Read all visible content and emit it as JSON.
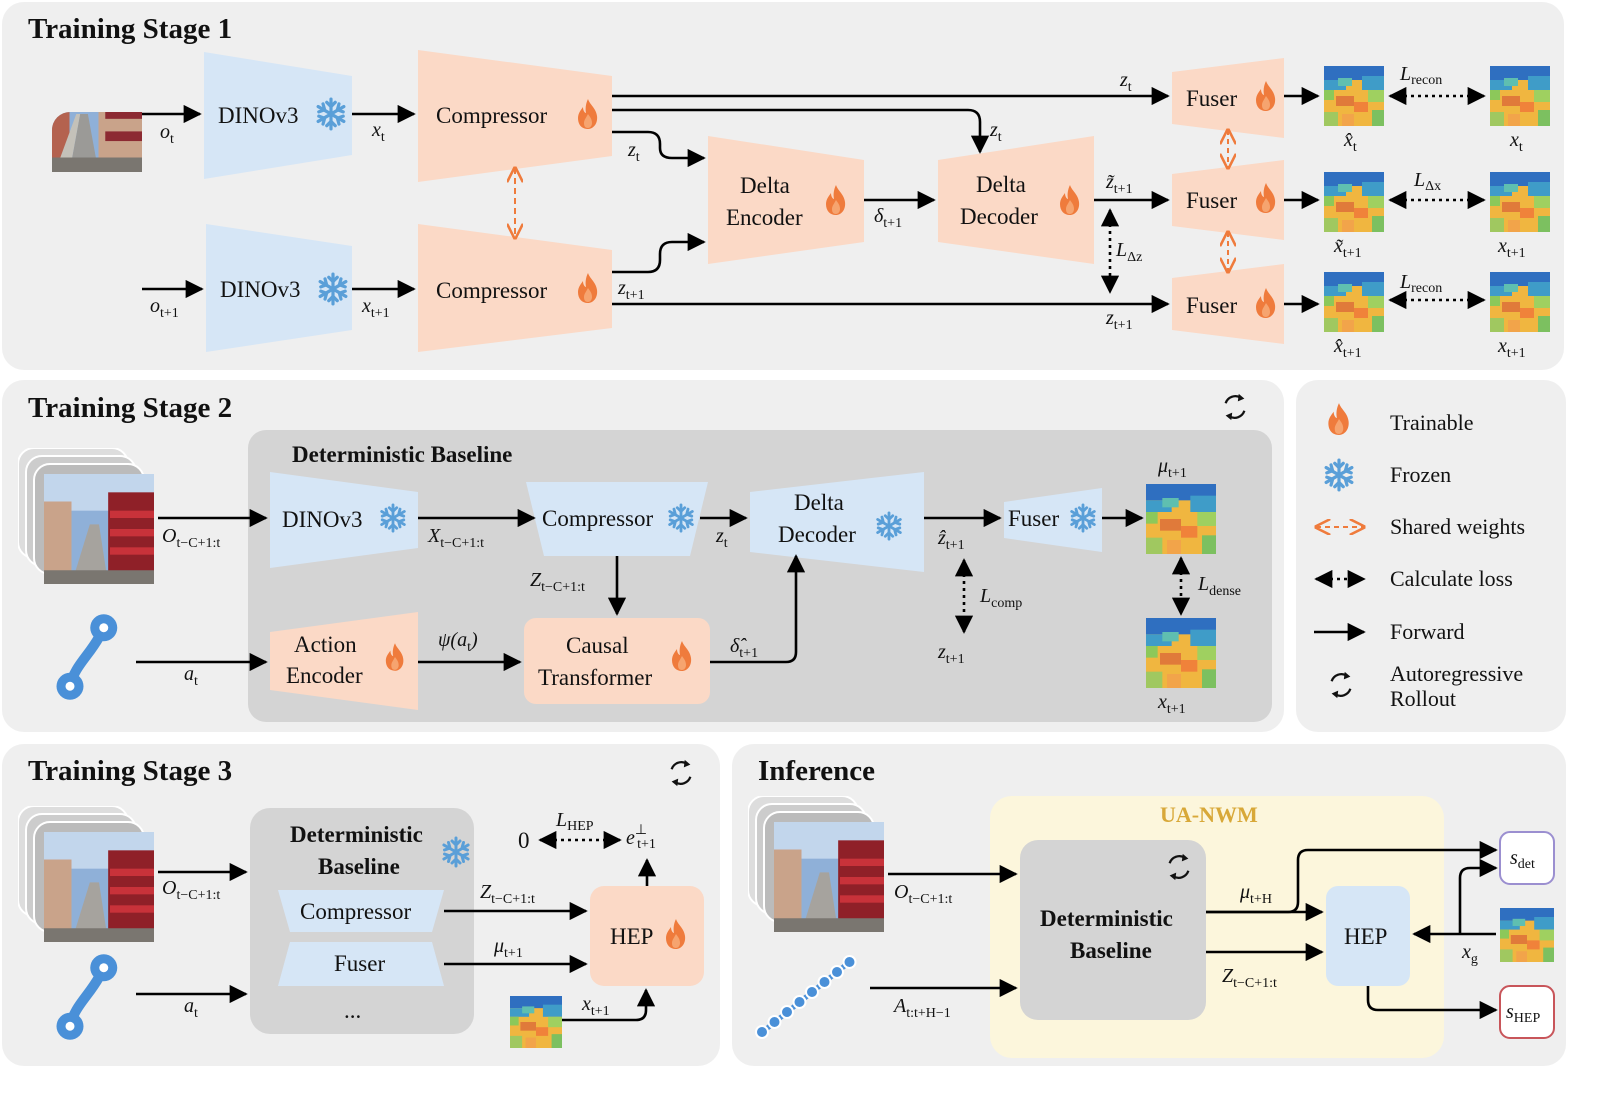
{
  "stage1": {
    "title": "Training Stage 1",
    "dinov3": "DINOv3",
    "compressor": "Compressor",
    "delta_encoder": [
      "Delta",
      "Encoder"
    ],
    "delta_decoder": [
      "Delta",
      "Decoder"
    ],
    "fuser": "Fuser",
    "labels": {
      "o_t": "o",
      "o_t_sub": "t",
      "o_t1": "o",
      "o_t1_sub": "t+1",
      "x_t": "x",
      "x_t_sub": "t",
      "x_t1": "x",
      "x_t1_sub": "t+1",
      "z_t": "z",
      "z_t_sub": "t",
      "z_t1": "z",
      "z_t1_sub": "t+1",
      "delta": "δ",
      "delta_sub": "t+1",
      "zhat": "z̃",
      "zhat_sub": "t+1",
      "L_recon": "L",
      "L_recon_sub": "recon",
      "L_dx": "L",
      "L_dx_sub": "Δx",
      "L_dz": "L",
      "L_dz_sub": "Δz",
      "xhat_t": "x̂",
      "xhat_t_sub": "t",
      "xtil_t1": "x̃",
      "xtil_t1_sub": "t+1",
      "xhat_t1": "x̂",
      "xhat_t1_sub": "t+1"
    }
  },
  "stage2": {
    "title": "Training Stage 2",
    "baseline_title": "Deterministic Baseline",
    "dinov3": "DINOv3",
    "compressor": "Compressor",
    "delta_decoder": [
      "Delta",
      "Decoder"
    ],
    "fuser": "Fuser",
    "action_encoder": [
      "Action",
      "Encoder"
    ],
    "causal_transformer": [
      "Causal",
      "Transformer"
    ],
    "labels": {
      "O": "O",
      "O_sub": "t−C+1:t",
      "X": "X",
      "X_sub": "t−C+1:t",
      "z_t": "z",
      "z_t_sub": "t",
      "Z": "Z",
      "Z_sub": "t−C+1:t",
      "zhat": "ẑ",
      "zhat_sub": "t+1",
      "z_t1": "z",
      "z_t1_sub": "t+1",
      "L_comp": "L",
      "L_comp_sub": "comp",
      "mu": "μ",
      "mu_sub": "t+1",
      "L_dense": "L",
      "L_dense_sub": "dense",
      "x_t1": "x",
      "x_t1_sub": "t+1",
      "a_t": "a",
      "a_t_sub": "t",
      "psi": "ψ(a",
      "psi_sub": "t",
      "psi_close": ")",
      "dhat": "δ̂",
      "dhat_sub": "t+1"
    }
  },
  "legend": {
    "items": [
      "Trainable",
      "Frozen",
      "Shared weights",
      "Calculate loss",
      "Forward"
    ],
    "autoregressive": [
      "Autoregressive",
      "Rollout"
    ]
  },
  "stage3": {
    "title": "Training Stage 3",
    "baseline": [
      "Deterministic",
      "Baseline"
    ],
    "compressor": "Compressor",
    "fuser": "Fuser",
    "ellipsis": "...",
    "hep": "HEP",
    "labels": {
      "O": "O",
      "O_sub": "t−C+1:t",
      "a_t": "a",
      "a_t_sub": "t",
      "Z": "Z",
      "Z_sub": "t−C+1:t",
      "mu": "μ",
      "mu_sub": "t+1",
      "x_t1": "x",
      "x_t1_sub": "t+1",
      "zero": "0",
      "L_hep": "L",
      "L_hep_sub": "HEP",
      "e": "e",
      "e_sup": "⊥",
      "e_sub": "t+1"
    }
  },
  "inference": {
    "title": "Inference",
    "ua_nwm": "UA-NWM",
    "baseline": [
      "Deterministic",
      "Baseline"
    ],
    "hep": "HEP",
    "labels": {
      "O": "O",
      "O_sub": "t−C+1:t",
      "A": "A",
      "A_sub": "t:t+H−1",
      "mu": "μ",
      "mu_sub": "t+H",
      "Z": "Z",
      "Z_sub": "t−C+1:t",
      "xg": "x",
      "xg_sub": "g",
      "s_det": "s",
      "s_det_sub": "det",
      "s_hep": "s",
      "s_hep_sub": "HEP"
    }
  },
  "colors": {
    "trainable": "#fbd9c6",
    "frozen": "#d6e6f6",
    "flame": "#ef7b3c",
    "snow": "#5a9fd8",
    "panel": "#efefef",
    "baseline_box": "#d4d4d4",
    "ua_nwm_bg": "#fcf6dc",
    "ua_nwm_title": "#d8a838",
    "s_det_border": "#9b8fd0",
    "s_hep_border": "#c8555a"
  }
}
